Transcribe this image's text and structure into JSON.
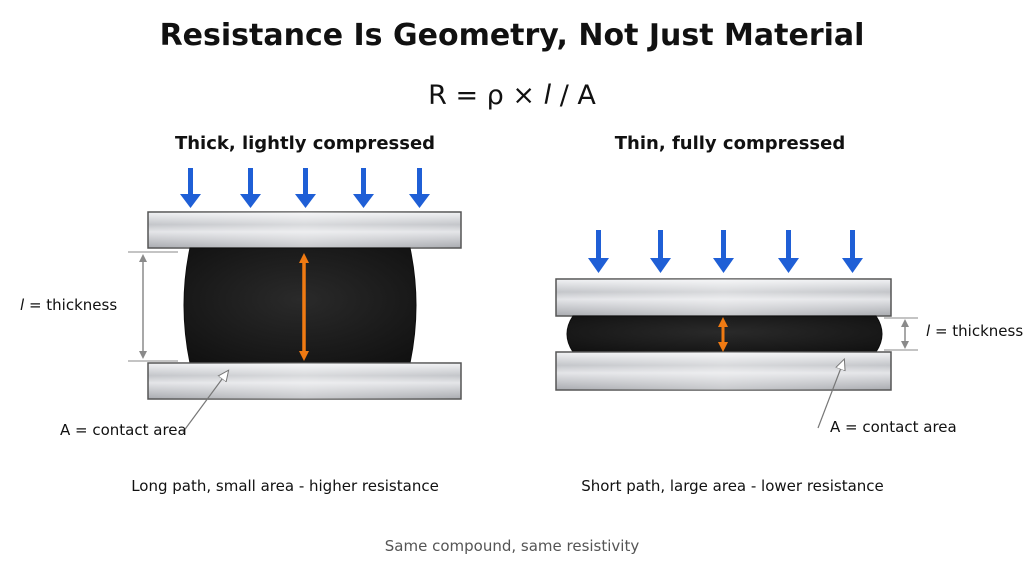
{
  "title": "Resistance Is Geometry, Not Just Material",
  "formula": {
    "lhs": "R = ρ × ",
    "length_symbol": "l",
    "rhs": " / A"
  },
  "left_panel": {
    "heading": "Thick, lightly compressed",
    "thickness_symbol": "l",
    "thickness_label": " = thickness",
    "area_label": "A = contact area",
    "caption": "Long path, small area - higher resistance"
  },
  "right_panel": {
    "heading": "Thin, fully compressed",
    "thickness_symbol": "l",
    "thickness_label": " = thickness",
    "area_label": "A = contact area",
    "caption": "Short path, large area - lower resistance"
  },
  "footer": "Same compound, same resistivity",
  "colors": {
    "force_arrow": "#1f5fd6",
    "current_arrow": "#f07a12",
    "plate": "#c9cbcf",
    "material": "#1c1c1c",
    "dimension_line": "#8a8a8a"
  },
  "icons": [
    "force-arrow-icon",
    "current-path-arrow-icon",
    "dimension-arrow-icon",
    "pointer-arrow-icon"
  ]
}
